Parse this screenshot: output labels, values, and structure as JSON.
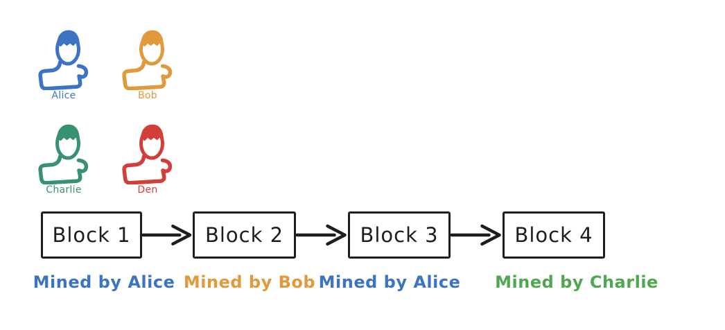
{
  "canvas": {
    "background": "#ffffff",
    "ink_color": "#1d1d1d"
  },
  "users": [
    {
      "name": "Alice",
      "color": "#3b74c4"
    },
    {
      "name": "Bob",
      "color": "#e2993c"
    },
    {
      "name": "Charlie",
      "color": "#38916f"
    },
    {
      "name": "Den",
      "color": "#d33e38"
    }
  ],
  "chain": {
    "ink_color": "#1d1d1d",
    "blocks": [
      {
        "label": "Block 1",
        "miner": "Mined by Alice",
        "miner_color": "#3b74c4"
      },
      {
        "label": "Block 2",
        "miner": "Mined by Bob",
        "miner_color": "#e2993c"
      },
      {
        "label": "Block 3",
        "miner": "Mined by Alice",
        "miner_color": "#3b74c4"
      },
      {
        "label": "Block 4",
        "miner": "Mined by Charlie",
        "miner_color": "#4fa84f"
      }
    ]
  }
}
